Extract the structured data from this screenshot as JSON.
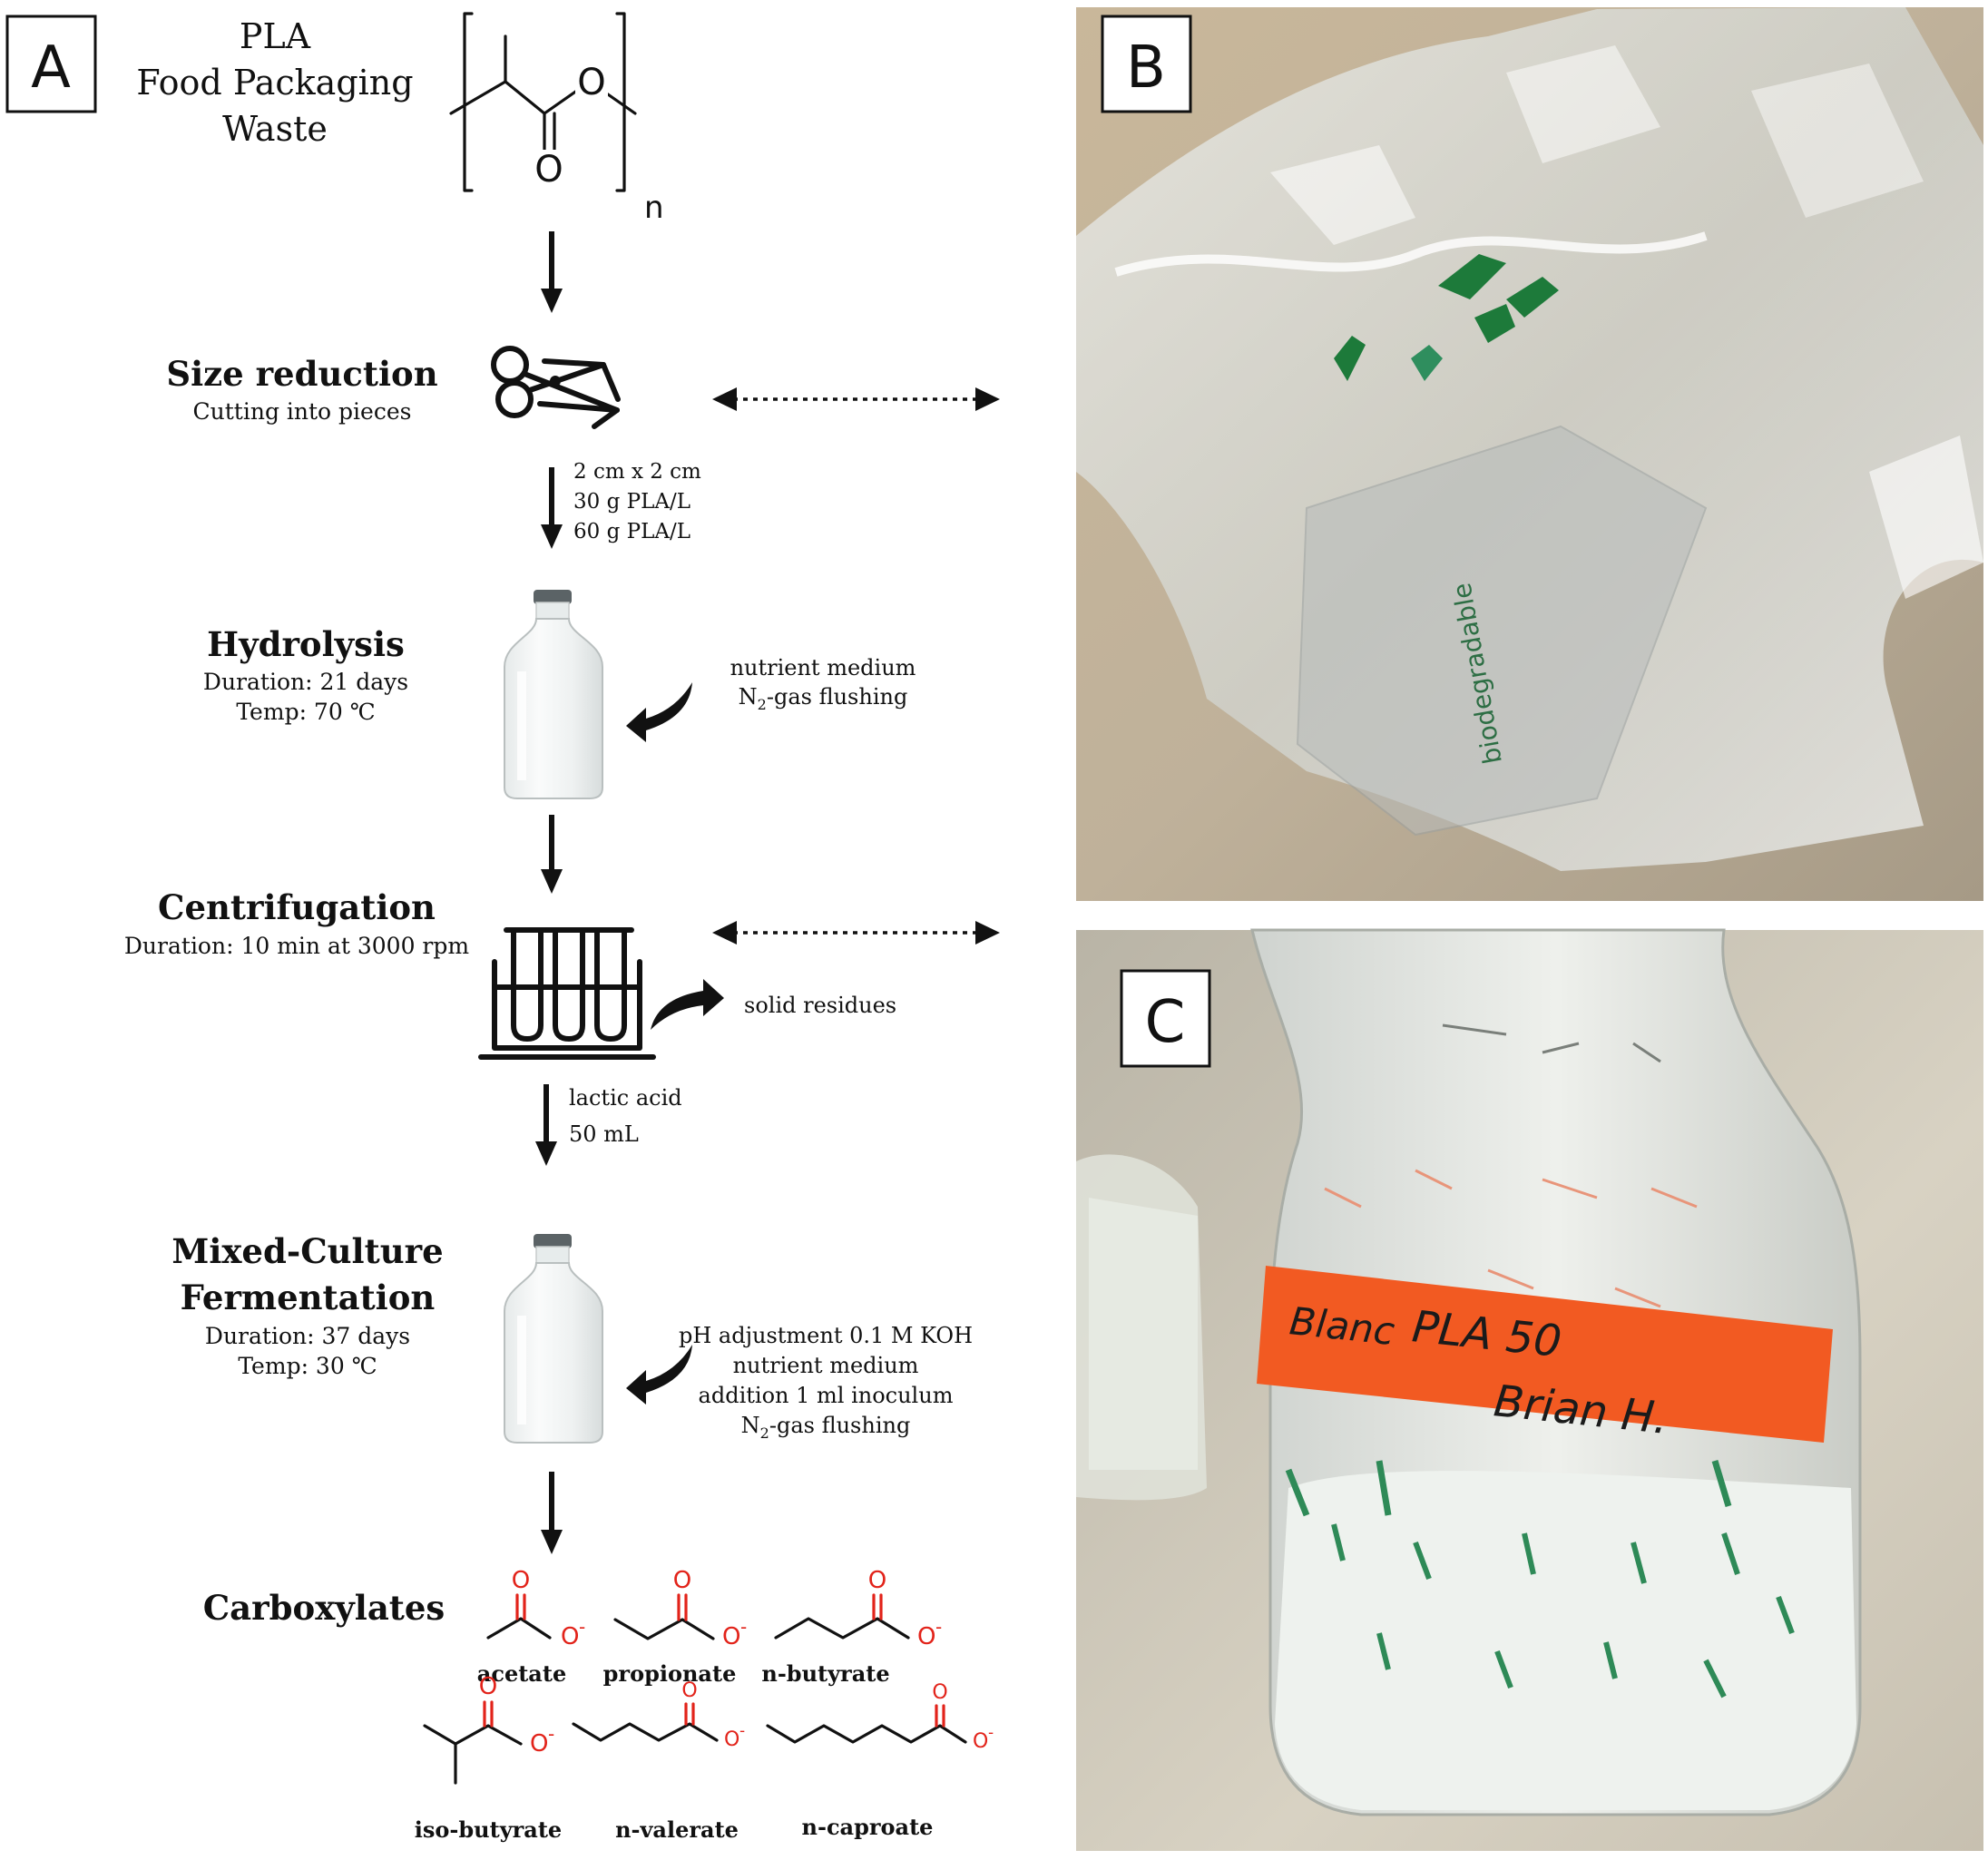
{
  "panels": {
    "a_label": "A",
    "b_label": "B",
    "c_label": "C"
  },
  "header": {
    "line1": "PLA",
    "line2": "Food Packaging",
    "line3": "Waste",
    "polymer_o1": "O",
    "polymer_o2": "O",
    "polymer_n": "n"
  },
  "steps": {
    "size_reduction": {
      "title": "Size reduction",
      "sub": "Cutting into pieces",
      "params": [
        "2 cm x 2 cm",
        "30 g PLA/L",
        "60 g PLA/L"
      ]
    },
    "hydrolysis": {
      "title": "Hydrolysis",
      "duration": "Duration: 21 days",
      "temp": "Temp: 70 ℃",
      "input1": "nutrient medium",
      "input2_pre": "N",
      "input2_sub": "2",
      "input2_post": "-gas flushing"
    },
    "centrifugation": {
      "title": "Centrifugation",
      "duration": "Duration: 10 min at 3000 rpm",
      "output": "solid residues",
      "params": [
        "lactic acid",
        "50 mL"
      ]
    },
    "fermentation": {
      "title1": "Mixed-Culture",
      "title2": "Fermentation",
      "duration": "Duration: 37 days",
      "temp": "Temp: 30 ℃",
      "input1": "pH adjustment 0.1 M KOH",
      "input2": "nutrient medium",
      "input3": "addition 1 ml inoculum",
      "input4_pre": "N",
      "input4_sub": "2",
      "input4_post": "-gas flushing"
    },
    "carboxylates": {
      "title": "Carboxylates",
      "atom_o": "O",
      "atom_ominus": "O",
      "charge": "-",
      "names": [
        "acetate",
        "propionate",
        "n-butyrate",
        "iso-butyrate",
        "n-valerate",
        "n-caproate"
      ]
    }
  },
  "photos": {
    "bag_print": "biodegradable",
    "label_text1": "PLA 50",
    "label_text2": "Brian H.",
    "label_text0": "Blanc"
  },
  "colors": {
    "oxygen": "#e2231a",
    "label_orange": "#f25a22",
    "print_green": "#1f7a3f"
  }
}
